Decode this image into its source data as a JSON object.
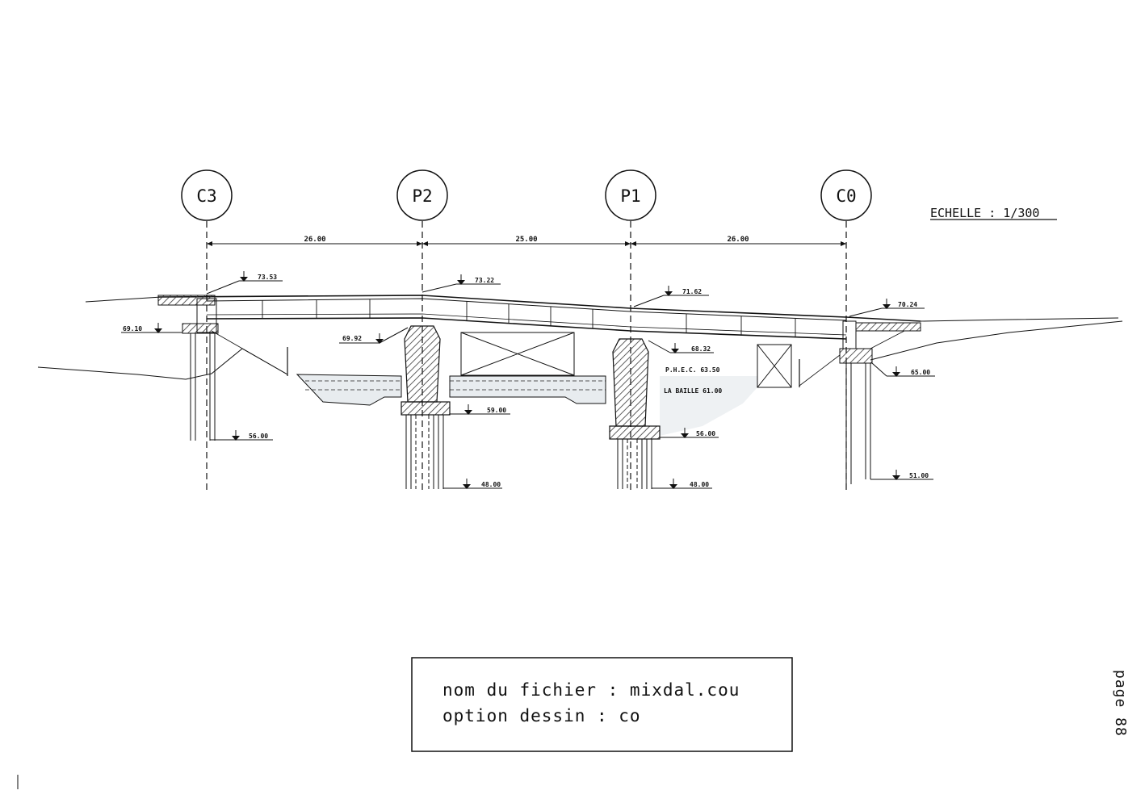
{
  "drawing": {
    "scale": "ECHELLE : 1/300",
    "axes": [
      {
        "id": "c3",
        "label": "C3"
      },
      {
        "id": "p2",
        "label": "P2"
      },
      {
        "id": "p1",
        "label": "P1"
      },
      {
        "id": "c0",
        "label": "C0"
      }
    ],
    "spans": [
      "26.00",
      "25.00",
      "26.00"
    ],
    "elevations": {
      "c3_deck": "73.53",
      "p2_deck": "73.22",
      "p1_deck": "71.62",
      "c0_deck": "70.24",
      "c3_cap": "69.10",
      "p2_soffit": "69.92",
      "p1_soffit": "68.32",
      "c0_cap": "65.00",
      "c3_pile_tip": "56.00",
      "p2_footing": "59.00",
      "p1_footing": "56.00",
      "p2_pile_tip": "48.00",
      "p1_pile_tip": "48.00",
      "c0_pile_tip": "51.00"
    },
    "water_levels": {
      "phec": "P.H.E.C. 63.50",
      "baille": "LA BAILLE 61.00"
    }
  },
  "info_box": {
    "file_line": "nom du fichier : mixdal.cou",
    "option_line": "option dessin : co"
  },
  "page_label": "page 88"
}
